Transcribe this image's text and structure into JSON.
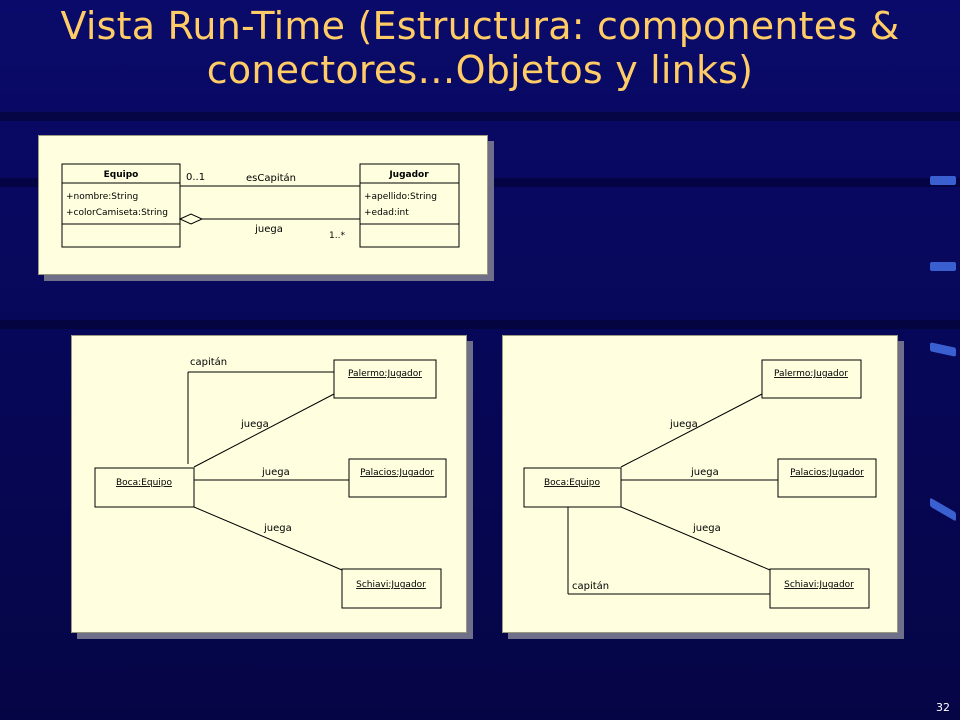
{
  "slide": {
    "title_line1": "Vista Run-Time (Estructura: componentes &",
    "title_line2": "conectores…Objetos y links)",
    "page_number": "32"
  },
  "class_diagram": {
    "class_equipo": {
      "name": "Equipo",
      "attr1": "+nombre:String",
      "attr2": "+colorCamiseta:String"
    },
    "class_jugador": {
      "name": "Jugador",
      "attr1": "+apellido:String",
      "attr2": "+edad:int"
    },
    "assoc_captain": {
      "label": "esCapitán",
      "multiplicity": "0..1"
    },
    "assoc_plays": {
      "label": "juega",
      "multiplicity": "1..*"
    }
  },
  "object_diagram_1": {
    "team": "Boca:Equipo",
    "player_a": "Palermo:Jugador",
    "player_b": "Palacios:Jugador",
    "player_c": "Schiavi:Jugador",
    "link_captain": "capitán",
    "link_plays_a": "juega",
    "link_plays_b": "juega",
    "link_plays_c": "juega"
  },
  "object_diagram_2": {
    "team": "Boca:Equipo",
    "player_a": "Palermo:Jugador",
    "player_b": "Palacios:Jugador",
    "player_c": "Schiavi:Jugador",
    "link_captain": "capitán",
    "link_plays_a": "juega",
    "link_plays_b": "juega",
    "link_plays_c": "juega"
  },
  "colors": {
    "title": "#ffcc66",
    "panel_bg": "#ffffe0",
    "background": "#07075a"
  }
}
